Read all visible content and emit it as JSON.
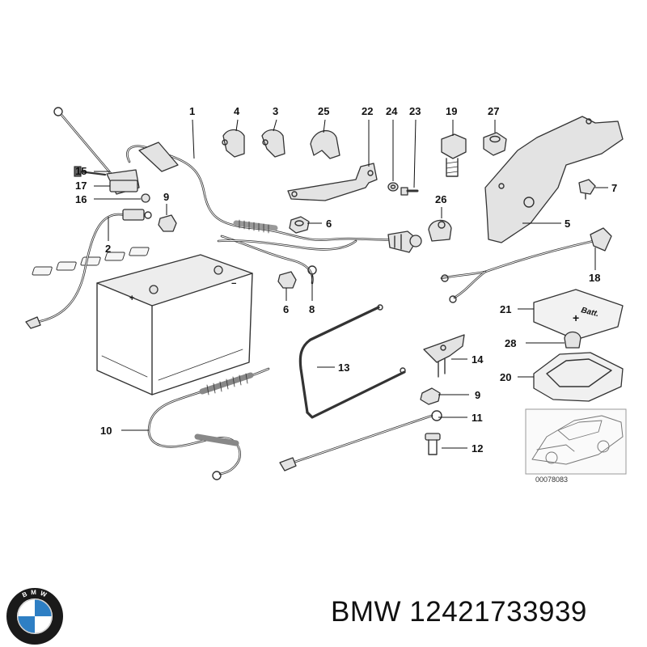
{
  "callouts": {
    "p1": "1",
    "p2": "2",
    "p3": "3",
    "p4": "4",
    "p5": "5",
    "p6a": "6",
    "p6b": "6",
    "p7": "7",
    "p8": "8",
    "p9a": "9",
    "p9b": "9",
    "p10": "10",
    "p11": "11",
    "p12": "12",
    "p13": "13",
    "p14": "14",
    "p15": "15",
    "p16": "16",
    "p17": "17",
    "p18": "18",
    "p19": "19",
    "p20": "20",
    "p21": "21",
    "p22": "22",
    "p23": "23",
    "p24": "24",
    "p25": "25",
    "p26": "26",
    "p27": "27",
    "p28": "28"
  },
  "cover_label": "Batt.",
  "cover_sign": "+",
  "battery_plus": "+",
  "battery_minus": "−",
  "ref_number": "00078083",
  "brand": "BMW",
  "part_number": "12421733939",
  "logo_letters": "B M W",
  "colors": {
    "logo_blue": "#2e7fc4",
    "logo_ring": "#1a1a1a",
    "line": "#333333"
  }
}
